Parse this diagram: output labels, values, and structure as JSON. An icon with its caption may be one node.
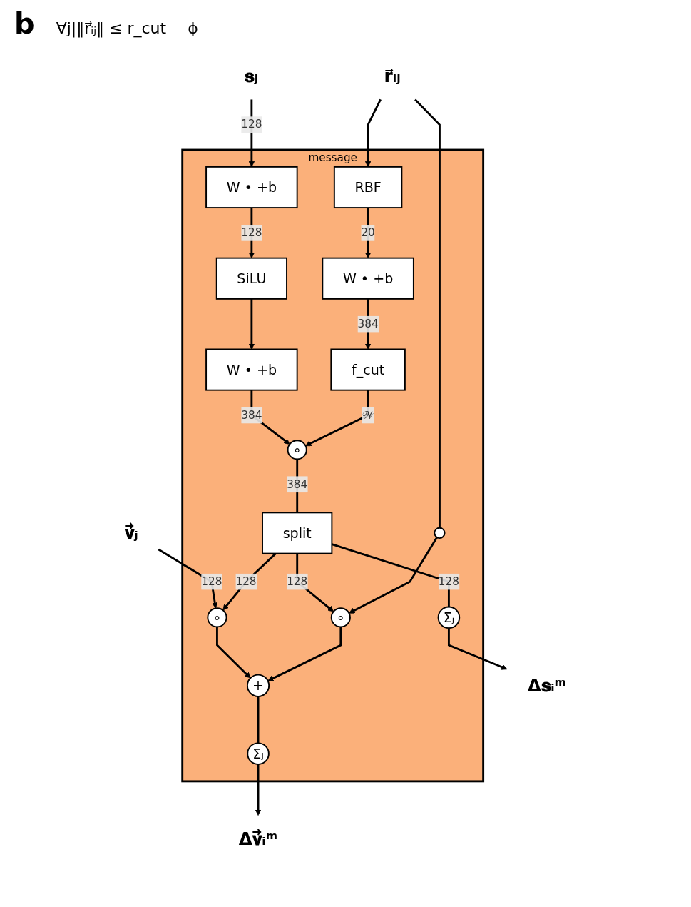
{
  "diagram": {
    "nodes": [
      {
        "text": [
          "message"
        ]
      },
      {
        "text": [
          "𝐯⃗ⱼ"
        ]
      },
      {
        "text": [
          "𝐬ⱼ"
        ]
      },
      {
        "text": [
          "r⃗ᵢⱼ"
        ]
      },
      {
        "text": [
          "W • +b"
        ],
        "in": 0
      },
      {
        "text": [
          "SiLU"
        ],
        "in": 0
      },
      {
        "text": [
          "W • +b"
        ],
        "in": 0
      },
      {
        "text": [
          "RBF"
        ],
        "in": 0
      },
      {
        "text": [
          "W • +b"
        ],
        "in": 0
      },
      {
        "text": [
          "f_cut"
        ],
        "in": 0
      },
      {
        "text": [],
        "shape": "circle",
        "in": 0
      },
      {
        "text": [
          "∘"
        ],
        "in": 0
      },
      {
        "text": [
          "split"
        ],
        "in": 0
      },
      {
        "text": [
          "∘"
        ],
        "in": 0
      },
      {
        "text": [
          "∘"
        ],
        "in": 0
      },
      {
        "text": [
          "+"
        ],
        "in": 0
      },
      {
        "text": [
          "Σⱼ"
        ],
        "in": 0
      },
      {
        "text": [
          "Σⱼ"
        ],
        "in": 0
      },
      {
        "text": [
          "Δ𝐯⃗ᵢᵐ"
        ]
      },
      {
        "text": [
          "Δ𝐬ᵢᵐ"
        ]
      }
    ],
    "edges": [
      {
        "from": 1,
        "to": 13,
        "label": "128",
        "arrow": "to"
      },
      {
        "from": 2,
        "to": 4,
        "label": "128",
        "arrow": "to"
      },
      {
        "from": 4,
        "to": 5,
        "label": "128",
        "arrow": "to"
      },
      {
        "from": 5,
        "to": 6,
        "arrow": "to"
      },
      {
        "from": 6,
        "to": 11,
        "label": "384",
        "arrow": "to"
      },
      {
        "from": 3,
        "to": 7,
        "arrow": "to"
      },
      {
        "from": 3,
        "to": 10,
        "arrow": "none"
      },
      {
        "from": 7,
        "to": 8,
        "label": "20",
        "arrow": "to"
      },
      {
        "from": 8,
        "to": 9,
        "label": "384",
        "arrow": "to"
      },
      {
        "from": 9,
        "to": 11,
        "label": "𝒲",
        "arrow": "to"
      },
      {
        "from": 11,
        "to": 12,
        "label": "384",
        "arrow": "none"
      },
      {
        "from": 12,
        "to": 13,
        "label": "128",
        "arrow": "to"
      },
      {
        "from": 12,
        "to": 14,
        "label": "128",
        "arrow": "to"
      },
      {
        "from": 12,
        "to": 17,
        "label": "128",
        "arrow": "none"
      },
      {
        "from": 10,
        "to": 14,
        "arrow": "to"
      },
      {
        "from": 13,
        "to": 15,
        "arrow": "to"
      },
      {
        "from": 14,
        "to": 15,
        "arrow": "to"
      },
      {
        "from": 15,
        "to": 16,
        "arrow": "none"
      },
      {
        "from": 16,
        "to": 18,
        "arrow": "to"
      },
      {
        "from": 17,
        "to": 19,
        "arrow": "to"
      }
    ],
    "labels": [
      "b",
      "∀j|‖r⃗ᵢⱼ‖ ≤ r_cut",
      "ϕ"
    ]
  }
}
